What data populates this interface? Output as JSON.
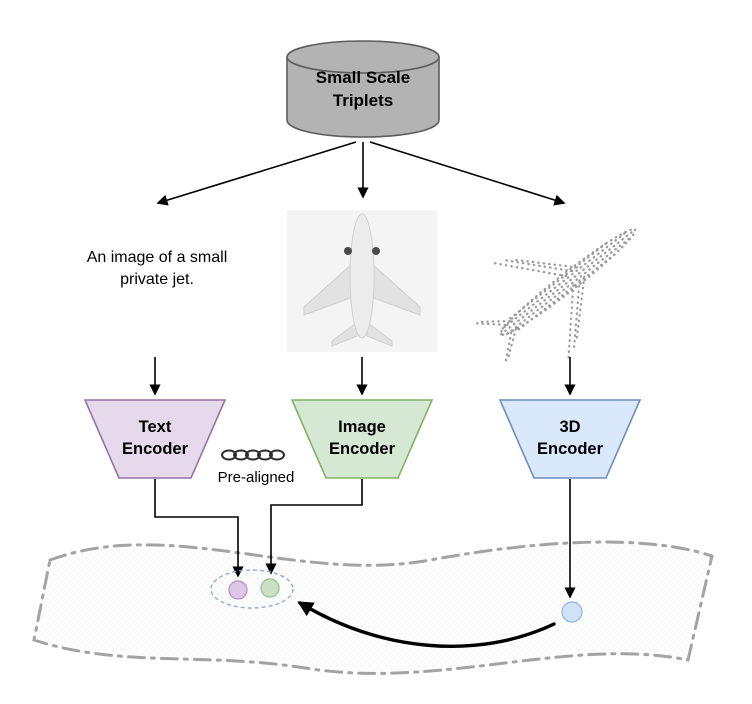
{
  "diagram": {
    "dataset": {
      "line1": "Small Scale",
      "line2": "Triplets"
    },
    "text_sample": "An image of a small private jet.",
    "encoders": {
      "text": {
        "line1": "Text",
        "line2": "Encoder"
      },
      "image": {
        "line1": "Image",
        "line2": "Encoder"
      },
      "threed": {
        "line1": "3D",
        "line2": "Encoder"
      }
    },
    "prealigned_label": "Pre-aligned",
    "icons": {
      "prealigned_chain": "chain-icon"
    },
    "colors": {
      "text_encoder_fill": "#e6d9ec",
      "text_encoder_stroke": "#9673a6",
      "image_encoder_fill": "#d5e8d4",
      "image_encoder_stroke": "#82b366",
      "threed_encoder_fill": "#dae8fc",
      "threed_encoder_stroke": "#6c8ebf",
      "cylinder_fill": "#b3b3b3",
      "cylinder_stroke": "#5c5c5c",
      "text_dot_fill": "#ddc7e6",
      "text_dot_stroke": "#b48cc6",
      "image_dot_fill": "#c9e2c6",
      "image_dot_stroke": "#8fbf8c",
      "threed_dot_fill": "#cfe2f8",
      "threed_dot_stroke": "#8fb3e0",
      "alignment_ellipse_stroke": "#8faadc"
    }
  }
}
